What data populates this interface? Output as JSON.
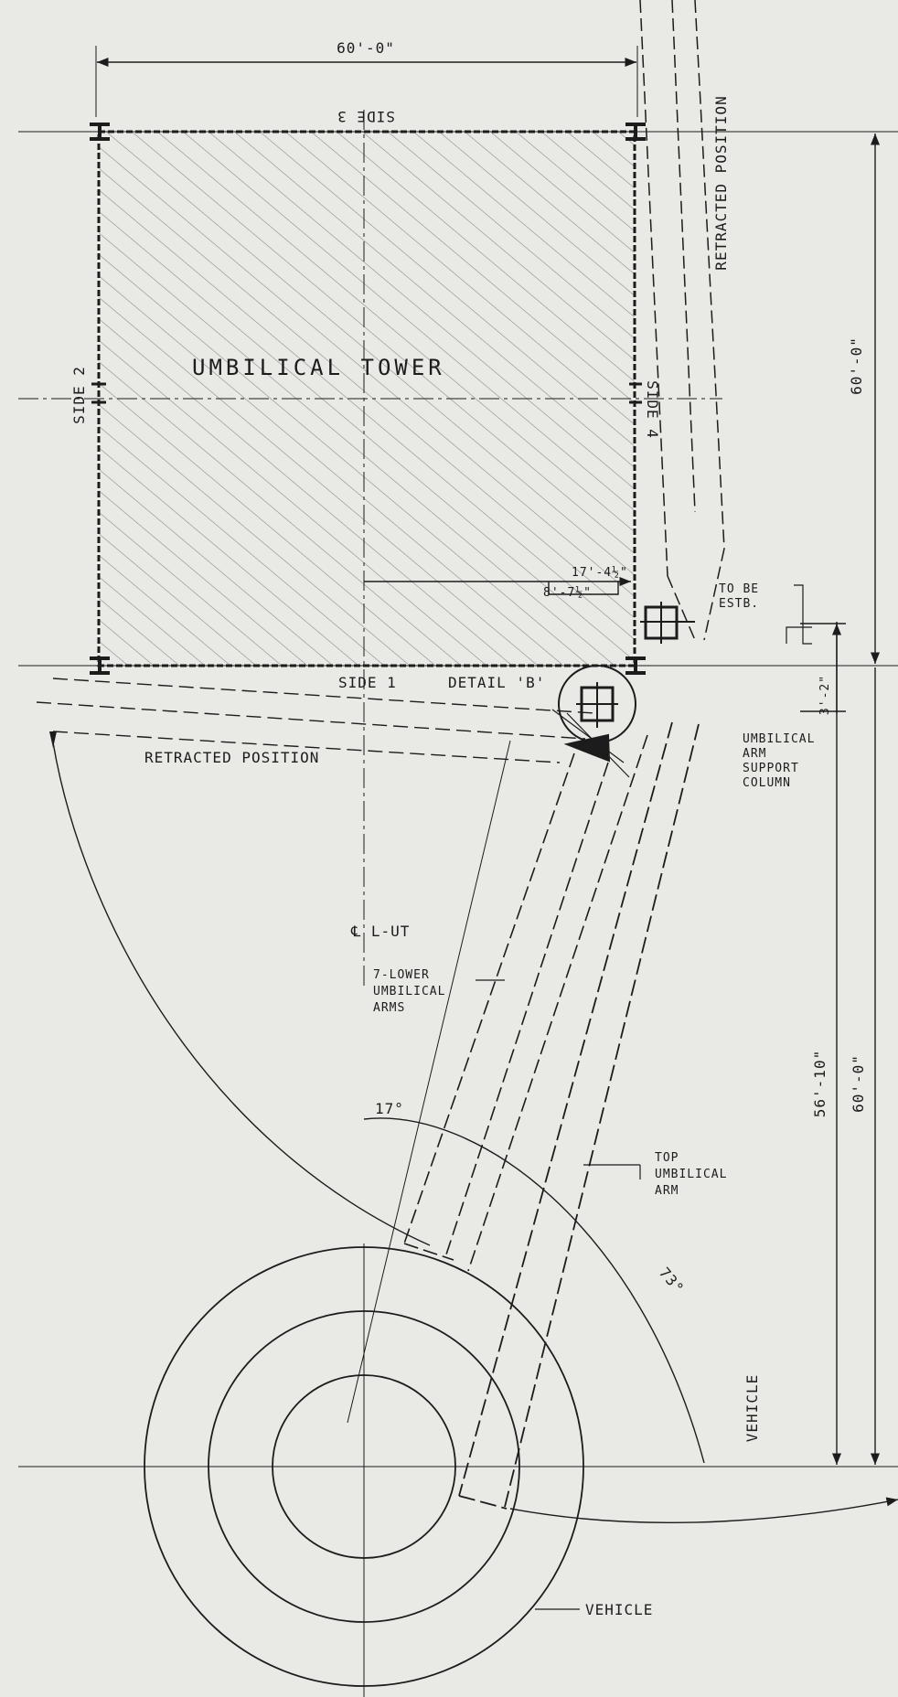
{
  "colors": {
    "paper": "#e9e9e6",
    "ink": "#1c1c1c",
    "hatch": "#8a8a88"
  },
  "labels": {
    "tower": "UMBILICAL TOWER",
    "side1": "SIDE 1",
    "side2": "SIDE 2",
    "side3": "SIDE 3",
    "side4": "SIDE 4",
    "retracted_right": "RETRACTED POSITION",
    "retracted_left": "RETRACTED POSITION",
    "detail": "DETAIL 'B'",
    "to_be_estb": [
      "TO BE",
      "ESTB."
    ],
    "support_column": [
      "UMBILICAL",
      "ARM",
      "SUPPORT",
      "COLUMN"
    ],
    "cl_lut": "L-UT",
    "cl_vehicle": "VEHICLE",
    "lower_arms": [
      "7-LOWER",
      "UMBILICAL",
      "ARMS"
    ],
    "top_arm": [
      "TOP",
      "UMBILICAL",
      "ARM"
    ],
    "vehicle": "VEHICLE"
  },
  "dimensions": {
    "width_top": "60'-0\"",
    "height_right": "60'-0\"",
    "inner_1": "17'-4½\"",
    "inner_2": "8'-7½\"",
    "offset": "3'-2\"",
    "dist_56": "56'-10\"",
    "dist_60": "60'-0\"",
    "angle_17": "17°",
    "angle_73": "73°"
  }
}
